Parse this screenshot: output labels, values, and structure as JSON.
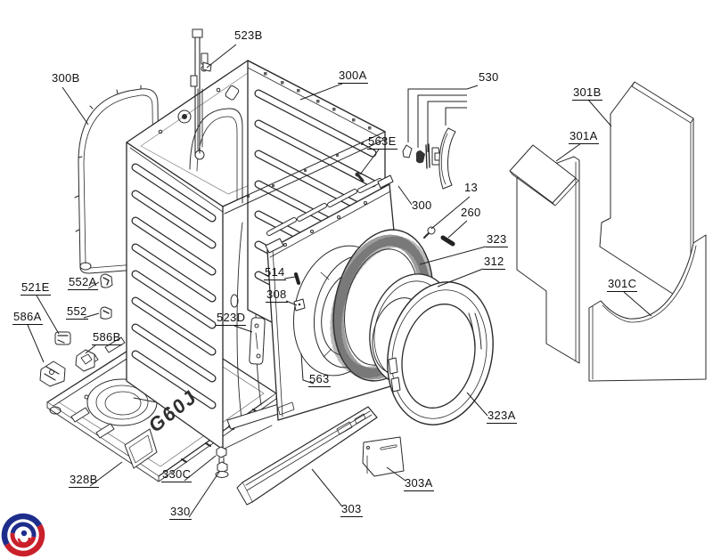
{
  "diagram": {
    "description": "Washing machine cabinet exploded parts drawing",
    "base_marking": "G60J",
    "line_color": "#2a2a2a",
    "logo": {
      "blue": "#1e2d8c",
      "red": "#c9202b",
      "name": "swirl-logo"
    },
    "labels": [
      {
        "id": "523B",
        "text": "523B"
      },
      {
        "id": "300B",
        "text": "300B"
      },
      {
        "id": "300A",
        "text": "300A"
      },
      {
        "id": "530",
        "text": "530"
      },
      {
        "id": "563E",
        "text": "563E"
      },
      {
        "id": "300",
        "text": "300"
      },
      {
        "id": "13",
        "text": "13"
      },
      {
        "id": "260",
        "text": "260"
      },
      {
        "id": "323",
        "text": "323"
      },
      {
        "id": "312",
        "text": "312"
      },
      {
        "id": "301B",
        "text": "301B"
      },
      {
        "id": "301A",
        "text": "301A"
      },
      {
        "id": "301C",
        "text": "301C"
      },
      {
        "id": "514",
        "text": "514"
      },
      {
        "id": "308",
        "text": "308"
      },
      {
        "id": "523D",
        "text": "523D"
      },
      {
        "id": "563",
        "text": "563"
      },
      {
        "id": "552A",
        "text": "552A"
      },
      {
        "id": "552",
        "text": "552"
      },
      {
        "id": "521E",
        "text": "521E"
      },
      {
        "id": "586A",
        "text": "586A"
      },
      {
        "id": "586B",
        "text": "586B"
      },
      {
        "id": "328B",
        "text": "328B"
      },
      {
        "id": "330C",
        "text": "330C"
      },
      {
        "id": "330",
        "text": "330"
      },
      {
        "id": "303",
        "text": "303"
      },
      {
        "id": "303A",
        "text": "303A"
      },
      {
        "id": "323A",
        "text": "323A"
      }
    ]
  }
}
